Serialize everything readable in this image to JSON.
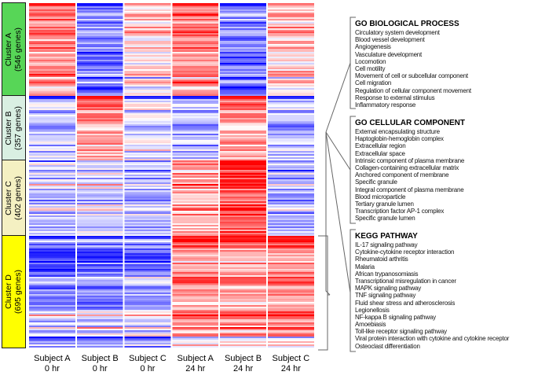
{
  "chart_data": {
    "type": "heatmap",
    "description": "Gene-expression heatmap, blue-white-red diverging colormap, 6 sample columns, 4 row clusters with GO/KEGG enrichment annotations",
    "colormap": {
      "low": "#0000ff",
      "mid": "#ffffff",
      "high": "#ff0000"
    },
    "columns": [
      {
        "subject": "Subject A",
        "time": "0 hr"
      },
      {
        "subject": "Subject B",
        "time": "0 hr"
      },
      {
        "subject": "Subject C",
        "time": "0 hr"
      },
      {
        "subject": "Subject A",
        "time": "24 hr"
      },
      {
        "subject": "Subject B",
        "time": "24 hr"
      },
      {
        "subject": "Subject C",
        "time": "24 hr"
      }
    ],
    "clusters": [
      {
        "name": "Cluster A",
        "genes": 546,
        "genes_label": "(546 genes)",
        "box_color": "#57d657",
        "rows": 59,
        "fade": 0,
        "col_means": [
          0.42,
          -0.5,
          0.12,
          0.45,
          -0.52,
          0.18
        ],
        "top_rows": [
          [
            0.97,
            -0.97,
            0.55,
            0.97,
            -0.97,
            0.6
          ],
          [
            0.85,
            -0.9,
            0.3,
            0.85,
            -0.9,
            0.4
          ]
        ]
      },
      {
        "name": "Cluster B",
        "genes": 357,
        "genes_label": "(357 genes)",
        "box_color": "#d9efe2",
        "rows": 41,
        "fade": 0.5,
        "col_means": [
          -0.22,
          0.4,
          -0.1,
          -0.26,
          0.38,
          -0.26
        ],
        "top_rows": [
          [
            -0.97,
            0.98,
            -0.92,
            -0.95,
            0.98,
            -0.92
          ],
          [
            -0.88,
            0.92,
            -0.8,
            -0.85,
            0.9,
            -0.8
          ]
        ]
      },
      {
        "name": "Cluster C",
        "genes": 402,
        "genes_label": "(402 genes)",
        "box_color": "#f4f0c2",
        "rows": 48,
        "fade": 0.3,
        "col_means": [
          -0.18,
          -0.15,
          -0.26,
          0.34,
          0.72,
          -0.3
        ],
        "top_rows": [
          [
            -0.85,
            -0.35,
            -0.65,
            0.6,
            0.97,
            -0.55
          ]
        ]
      },
      {
        "name": "Cluster D",
        "genes": 695,
        "genes_label": "(695 genes)",
        "box_color": "#ffff00",
        "rows": 71,
        "fade": 0.9,
        "col_means": [
          -0.42,
          -0.38,
          -0.33,
          0.46,
          0.42,
          0.5
        ],
        "top_rows": [
          [
            -0.97,
            -0.92,
            -0.9,
            0.92,
            0.97,
            0.97
          ],
          [
            -0.85,
            -0.8,
            -0.75,
            0.8,
            0.85,
            0.85
          ]
        ]
      }
    ],
    "annotations": [
      {
        "title": "GO BIOLOGICAL PROCESS",
        "items": [
          "Circulatory system development",
          "Blood vessel development",
          "Angiogenesis",
          "Vasculature development",
          "Locomotion",
          "Cell motility",
          "Movement of cell or subcellular component",
          "Cell migration",
          "Regulation of cellular component movement",
          "Response to external stimulus",
          "Inflammatory response"
        ]
      },
      {
        "title": "GO CELLULAR COMPONENT",
        "items": [
          "External encapsulating structure",
          "Haptoglobin-hemoglobin complex",
          "Extracellular region",
          "Extracellular space",
          "Intrinsic component of plasma membrane",
          "Collagen-containing extracellular matrix",
          "Anchored component of membrane",
          "Specific granule",
          "Integral component of plasma membrane",
          "Blood microparticle",
          "Tertiary granule lumen",
          "Transcription factor AP-1 complex",
          "Specific granule lumen"
        ]
      },
      {
        "title": "KEGG PATHWAY",
        "items": [
          "IL-17 signaling pathway",
          "Cytokine-cytokine receptor interaction",
          "Rheumatoid arthritis",
          "Malaria",
          "African trypanosomiasis",
          "Transcriptional misregulation in cancer",
          "MAPK signaling pathway",
          "TNF signaling pathway",
          "Fluid shear stress and atherosclerosis",
          "Legionellosis",
          "NF-kappa B signaling pathway",
          "Amoebiasis",
          "Toll-like receptor signaling pathway",
          "Viral protein interaction with cytokine and cytokine receptor",
          "Osteoclast differentiation"
        ]
      }
    ]
  }
}
